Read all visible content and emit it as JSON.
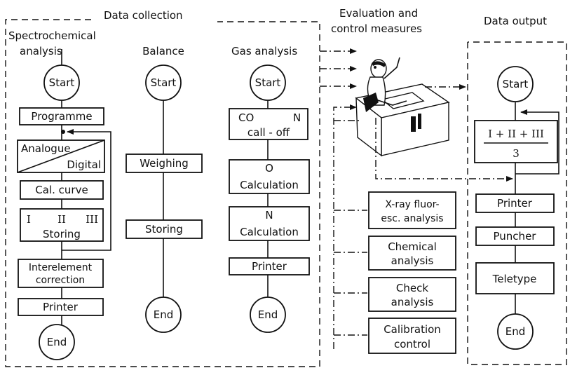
{
  "headers": {
    "data_collection": "Data collection",
    "evaluation_line1": "Evaluation and",
    "evaluation_line2": "control measures",
    "data_output": "Data output"
  },
  "spectro": {
    "title_line1": "Spectrochemical",
    "title_line2": "analysis",
    "start": "Start",
    "programme": "Programme",
    "analogue": "Analogue",
    "digital": "Digital",
    "cal_curve": "Cal. curve",
    "roman1": "I",
    "roman2": "II",
    "roman3": "III",
    "storing": "Storing",
    "interelement_line1": "Interelement",
    "interelement_line2": "correction",
    "printer": "Printer",
    "end": "End"
  },
  "balance": {
    "title": "Balance",
    "start": "Start",
    "weighing": "Weighing",
    "storing": "Storing",
    "end": "End"
  },
  "gas": {
    "title": "Gas analysis",
    "start": "Start",
    "co": "CO",
    "n": "N",
    "calloff": "call - off",
    "o_symbol": "O",
    "o_calc": "Calculation",
    "n_symbol": "N",
    "n_calc": "Calculation",
    "printer": "Printer",
    "end": "End"
  },
  "evaluation": {
    "xray_line1": "X-ray fluor-",
    "xray_line2": "esc. analysis",
    "chemical_line1": "Chemical",
    "chemical_line2": "analysis",
    "check_line1": "Check",
    "check_line2": "analysis",
    "calibration_line1": "Calibration",
    "calibration_line2": "control"
  },
  "output": {
    "start": "Start",
    "formula_num": "I + II + III",
    "formula_den": "3",
    "printer": "Printer",
    "puncher": "Puncher",
    "teletype": "Teletype",
    "end": "End"
  },
  "icons": {
    "operator": "operator-at-console-icon"
  }
}
